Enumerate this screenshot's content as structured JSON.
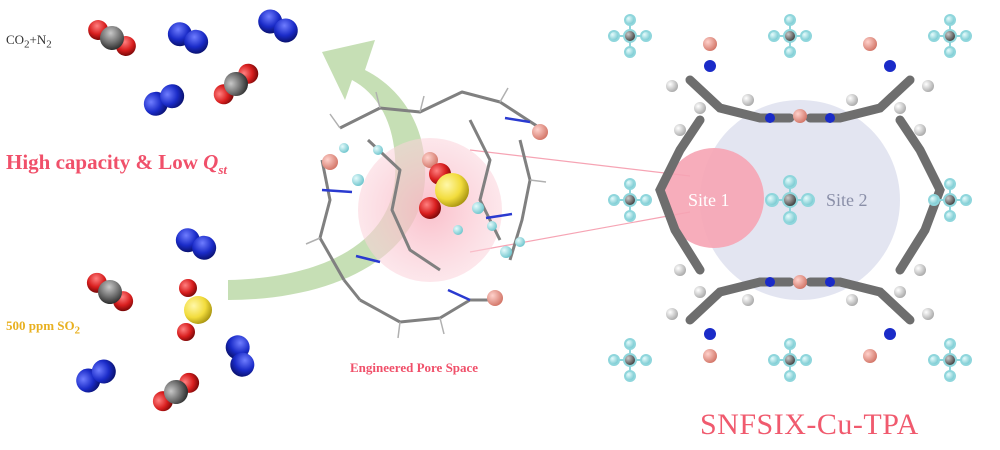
{
  "labels": {
    "gas_mixture": "CO",
    "gas_mixture_sub": "2",
    "gas_mixture_tail": "+N",
    "gas_mixture_tail_sub": "2",
    "capacity": "High capacity & Low ",
    "capacity_q": "Q",
    "capacity_q_sub": "st",
    "so2": "500 ppm SO",
    "so2_sub": "2",
    "pore": "Engineered Pore Space",
    "site1": "Site 1",
    "site2": "Site 2",
    "framework": "SNFSIX-Cu-TPA"
  },
  "colors": {
    "accent_red": "#f0506a",
    "so2_yellow": "#e8b020",
    "arrow_green": "#bcd9a8",
    "site1_fill": "#f6a4b4",
    "site2_fill": "#d9dcec",
    "nitrogen_blue": "#1a2bc8",
    "oxygen_red": "#d81e1e",
    "carbon_grey": "#6e6e6e",
    "sulfur_yellow": "#f2dc3c",
    "fluorine_cyan": "#8fd6dc",
    "copper_salmon": "#e8958a"
  },
  "molecules": {
    "top_group": [
      "co2",
      "n2",
      "n2",
      "n2",
      "co2"
    ],
    "bottom_group": [
      "n2",
      "co2",
      "so2",
      "n2",
      "n2",
      "co2"
    ]
  }
}
